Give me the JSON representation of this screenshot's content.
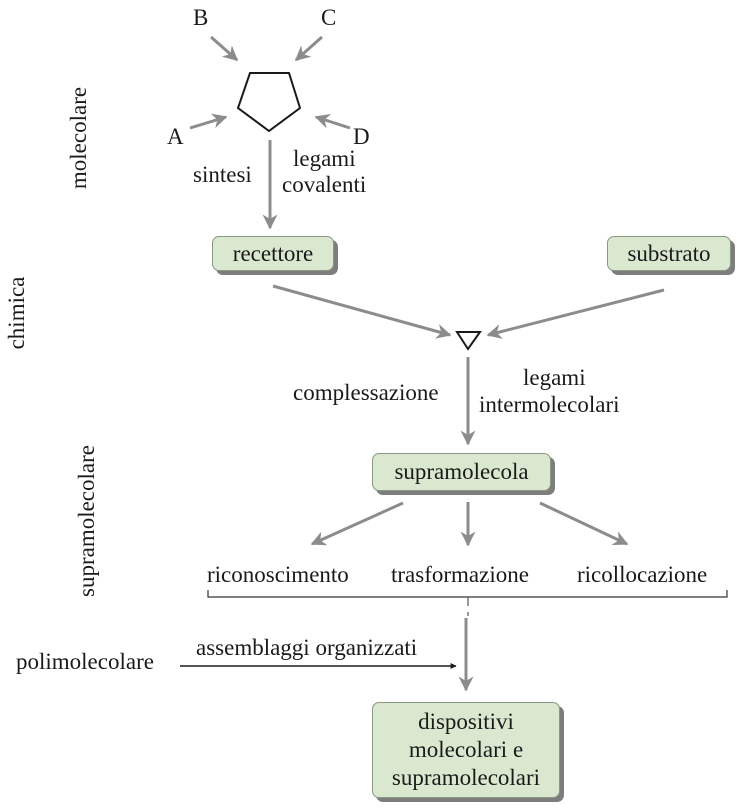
{
  "colors": {
    "node_fill": "#d9e8cf",
    "node_shadow": "#7d7d7d",
    "arrow_gray": "#8c8c8c",
    "line_black": "#1a1a1a"
  },
  "side_labels": {
    "chimica": "chimica",
    "molecolare": "molecolare",
    "supramolecolare": "supramolecolare"
  },
  "reactants": [
    "A",
    "B",
    "C",
    "D"
  ],
  "synthesis": {
    "left_label": "sintesi",
    "right_label_line1": "legami",
    "right_label_line2": "covalenti"
  },
  "nodes": {
    "recettore": "recettore",
    "substrato": "substrato",
    "supramolecola": "supramolecola",
    "dispositivi_line1": "dispositivi",
    "dispositivi_line2": "molecolari e",
    "dispositivi_line3": "supramolecolari"
  },
  "complexation": {
    "left_label": "complessazione",
    "right_label_line1": "legami",
    "right_label_line2": "intermolecolari"
  },
  "functions": [
    "riconoscimento",
    "trasformazione",
    "ricollocazione"
  ],
  "polymolecular": {
    "source_label": "polimolecolare",
    "arrow_label": "assemblaggi organizzati"
  }
}
